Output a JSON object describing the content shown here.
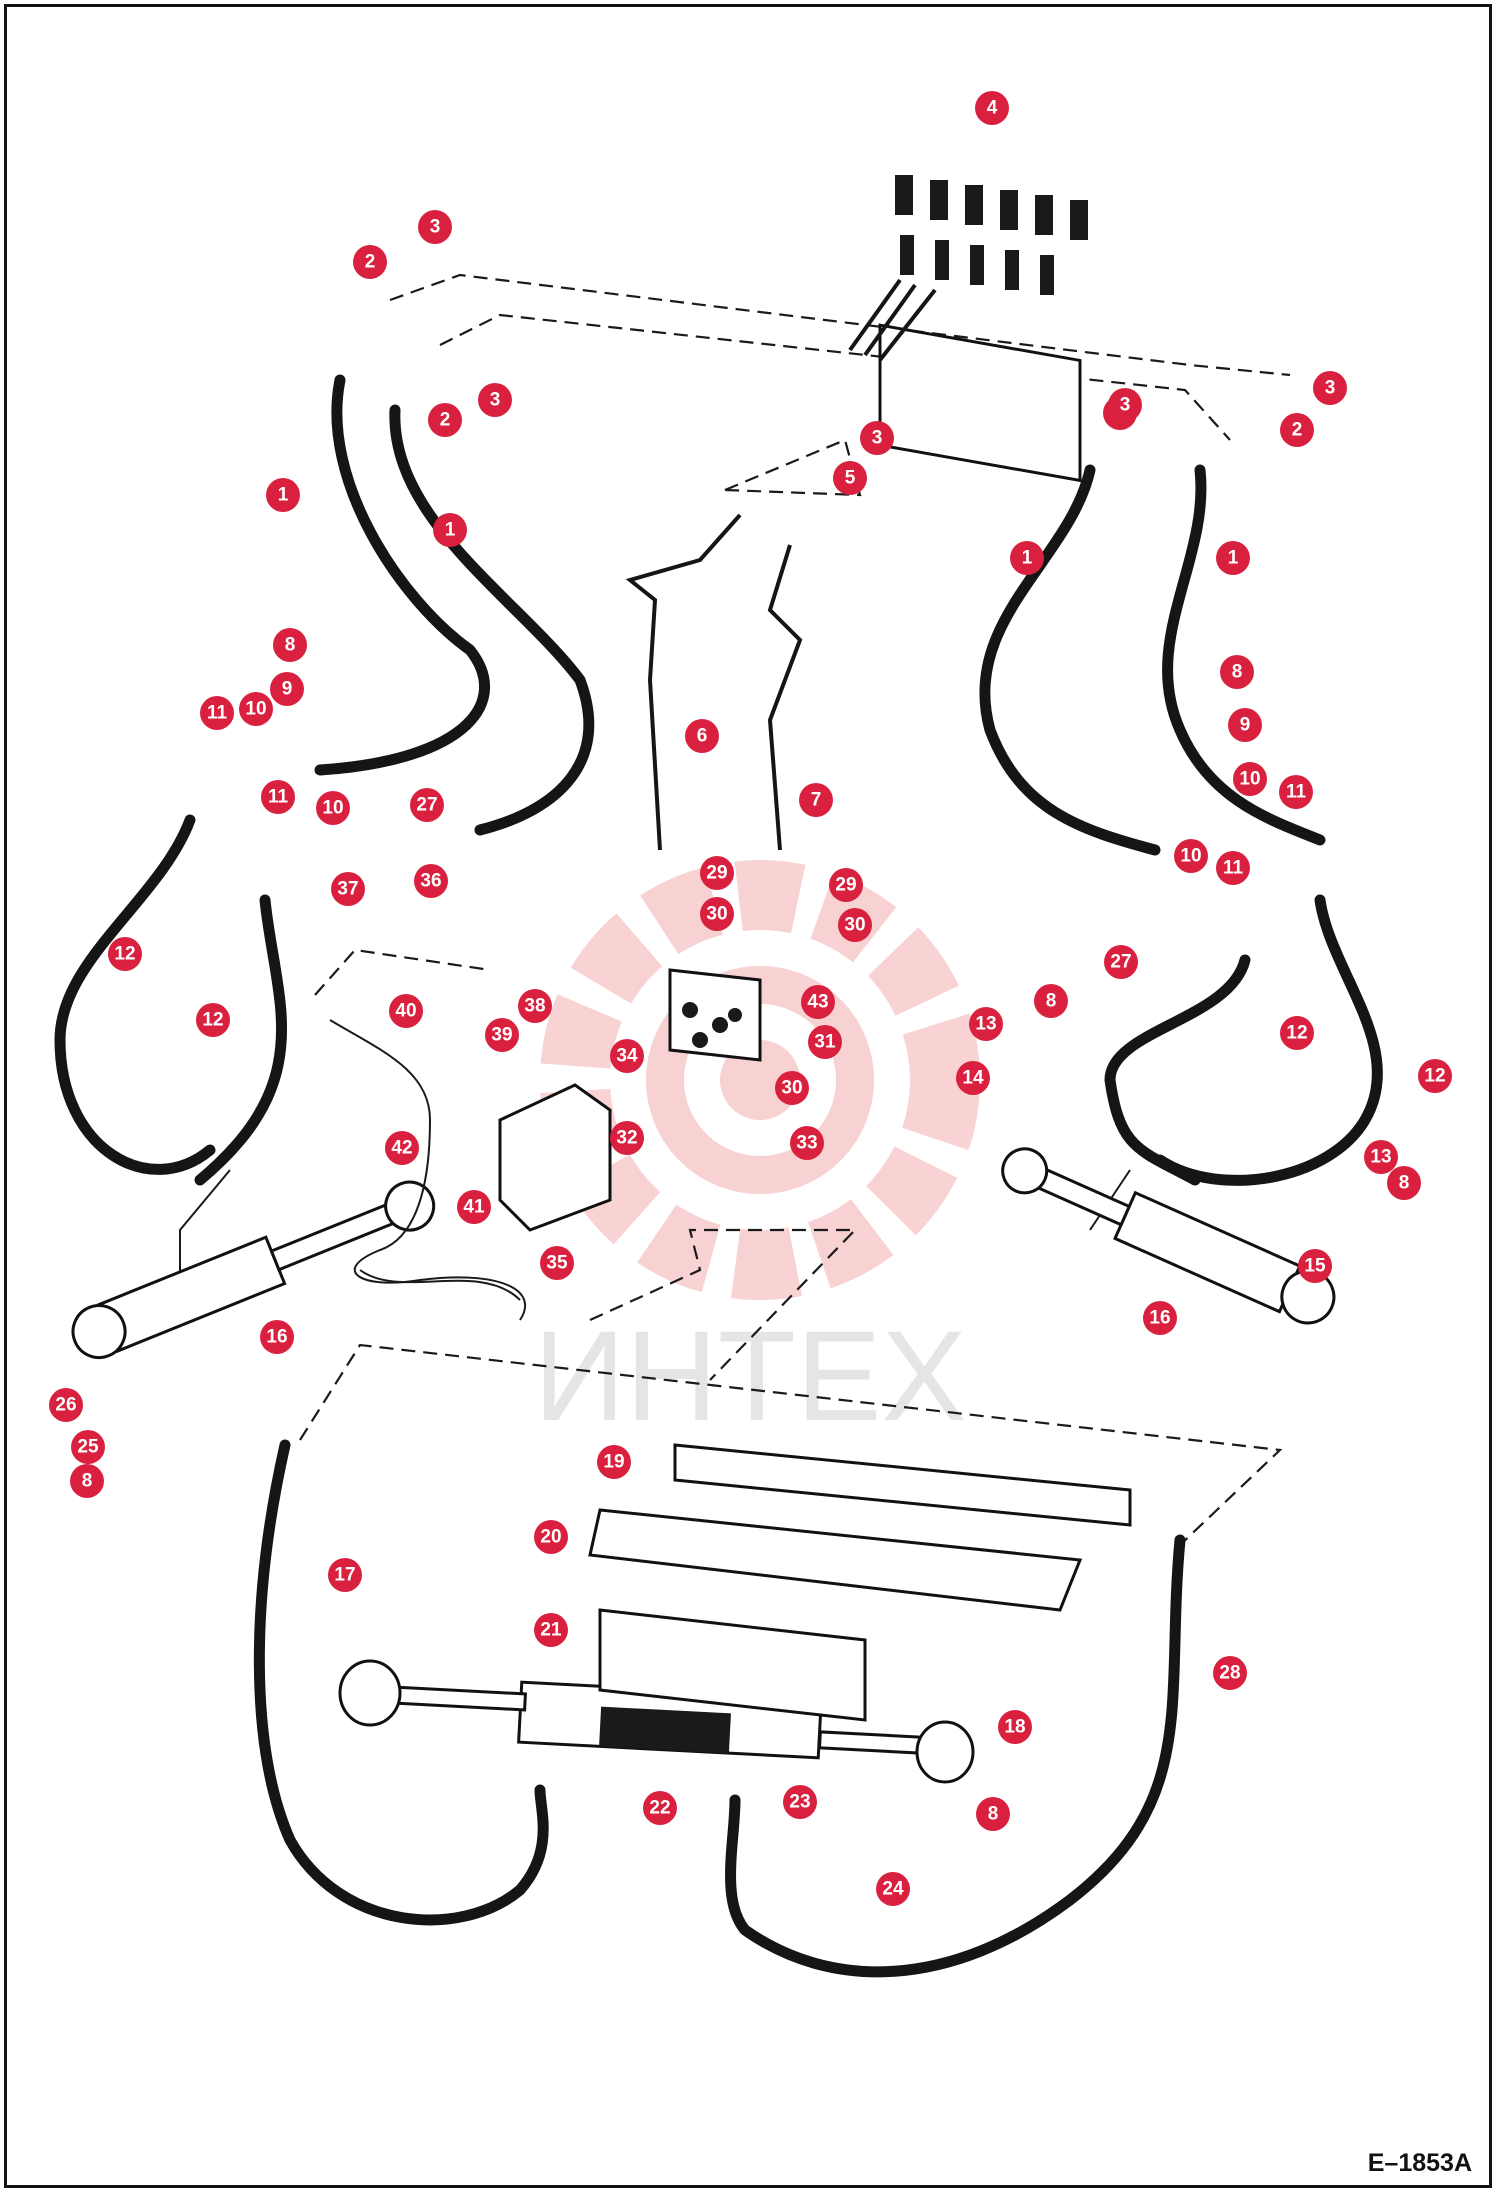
{
  "watermark": "ИНТЕХ",
  "figure_code": "E–1853A",
  "callouts": [
    {
      "label": "4"
    },
    {
      "label": "3"
    },
    {
      "label": "2"
    },
    {
      "label": "2"
    },
    {
      "label": "3"
    },
    {
      "label": "3"
    },
    {
      "label": "5"
    },
    {
      "label": "3"
    },
    {
      "label": "2"
    },
    {
      "label": "3"
    },
    {
      "label": "2"
    },
    {
      "label": "1"
    },
    {
      "label": "1"
    },
    {
      "label": "1"
    },
    {
      "label": "1"
    },
    {
      "label": "8"
    },
    {
      "label": "9"
    },
    {
      "label": "11"
    },
    {
      "label": "10"
    },
    {
      "label": "11"
    },
    {
      "label": "10"
    },
    {
      "label": "27"
    },
    {
      "label": "36"
    },
    {
      "label": "37"
    },
    {
      "label": "6"
    },
    {
      "label": "7"
    },
    {
      "label": "29"
    },
    {
      "label": "30"
    },
    {
      "label": "29"
    },
    {
      "label": "30"
    },
    {
      "label": "43"
    },
    {
      "label": "31"
    },
    {
      "label": "34"
    },
    {
      "label": "30"
    },
    {
      "label": "32"
    },
    {
      "label": "33"
    },
    {
      "label": "8"
    },
    {
      "label": "9"
    },
    {
      "label": "10"
    },
    {
      "label": "11"
    },
    {
      "label": "10"
    },
    {
      "label": "11"
    },
    {
      "label": "27"
    },
    {
      "label": "12"
    },
    {
      "label": "12"
    },
    {
      "label": "40"
    },
    {
      "label": "38"
    },
    {
      "label": "39"
    },
    {
      "label": "42"
    },
    {
      "label": "41"
    },
    {
      "label": "35"
    },
    {
      "label": "16"
    },
    {
      "label": "8"
    },
    {
      "label": "13"
    },
    {
      "label": "14"
    },
    {
      "label": "12"
    },
    {
      "label": "12"
    },
    {
      "label": "13"
    },
    {
      "label": "8"
    },
    {
      "label": "15"
    },
    {
      "label": "16"
    },
    {
      "label": "26"
    },
    {
      "label": "25"
    },
    {
      "label": "8"
    },
    {
      "label": "19"
    },
    {
      "label": "20"
    },
    {
      "label": "21"
    },
    {
      "label": "17"
    },
    {
      "label": "18"
    },
    {
      "label": "28"
    },
    {
      "label": "22"
    },
    {
      "label": "23"
    },
    {
      "label": "8"
    },
    {
      "label": "24"
    }
  ]
}
